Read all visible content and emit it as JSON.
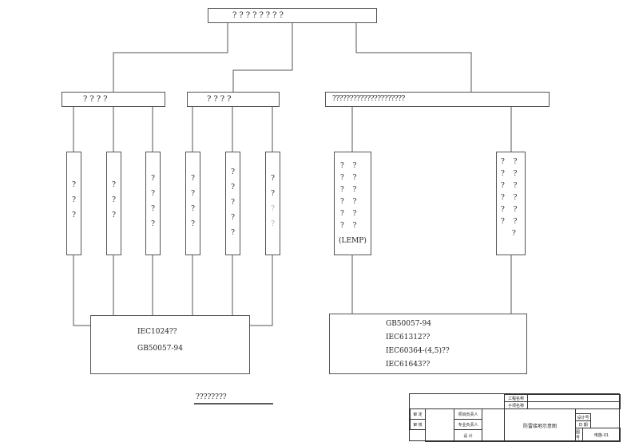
{
  "root": {
    "label": "????????"
  },
  "branches": [
    {
      "label": "????",
      "modules": [
        [
          "?",
          "?",
          "?"
        ],
        [
          "?",
          "?",
          "?"
        ],
        [
          "?",
          "?",
          "?",
          "?"
        ]
      ]
    },
    {
      "label": "????",
      "modules": [
        [
          "?",
          "?",
          "?",
          "?"
        ],
        [
          "?",
          "?",
          "?",
          "?",
          "?"
        ],
        [
          "?",
          "?",
          "?",
          "?"
        ]
      ]
    },
    {
      "label": "?????????????????????"
    }
  ],
  "lemp_module": {
    "rows": [
      "? ?",
      "? ?",
      "? ?",
      "? ?",
      "? ?",
      "? ?"
    ],
    "note": "(LEMP)"
  },
  "right_module": {
    "rows": [
      "? ?",
      "? ?",
      "? ?",
      "? ?",
      "? ?",
      "? ?",
      "?"
    ]
  },
  "standards_left": [
    "IEC1024??",
    "GB50057-94"
  ],
  "standards_right": [
    "GB50057-94",
    "IEC61312??",
    "IEC60364-(4,5)??",
    "IEC61643??"
  ],
  "footer_note": "????????",
  "title_block": {
    "project_name": "工程名称",
    "sub_name": "子项名称",
    "row1": "审 定",
    "row2": "审 核",
    "role1": "项目负责人",
    "role2": "专业负责人",
    "role3": "设 计",
    "drawing_title": "防雷接地示意图",
    "design_no": "设计号",
    "date": "日 期",
    "sheet_label": "图号",
    "sheet_no": "电施-01"
  }
}
